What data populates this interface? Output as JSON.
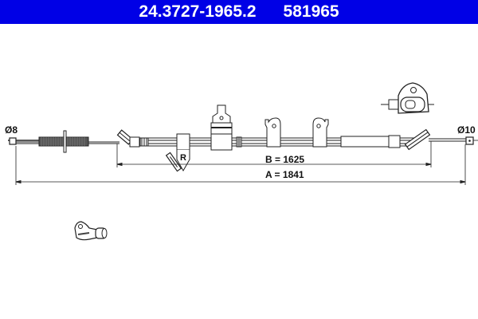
{
  "header": {
    "part_number": "24.3727-1965.2",
    "article_number": "581965",
    "background_color": "#0000e6",
    "text_color": "#ffffff"
  },
  "drawing": {
    "type": "brake-cable-technical-drawing",
    "left_end_diameter": "Ø8",
    "right_end_diameter": "Ø10",
    "side_marker": "R",
    "dimension_b": "B = 1625",
    "dimension_a": "A = 1841",
    "line_color": "#222222"
  }
}
